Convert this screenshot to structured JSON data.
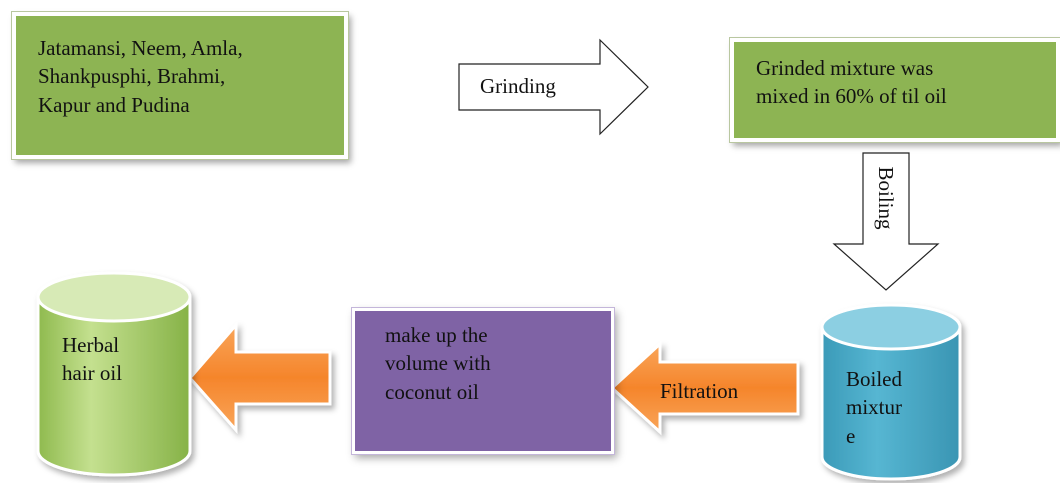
{
  "nodes": {
    "ingredients": [
      "Jatamansi, Neem, Amla,",
      "Shankpusphi, Brahmi,",
      "Kapur and Pudina"
    ],
    "grinded": [
      "Grinded mixture was",
      "mixed in 60% of til oil"
    ],
    "boiled": [
      "Boiled",
      "mixtur",
      "e"
    ],
    "makeup": [
      "make up the",
      "volume with",
      "coconut oil"
    ],
    "herbal": [
      "Herbal",
      "hair oil"
    ]
  },
  "arrows": {
    "grinding": "Grinding",
    "boiling": "Boiling",
    "filtration": "Filtration"
  },
  "colors": {
    "green_box": "#8db453",
    "purple_box": "#7f63a5",
    "teal_cylinder": "#4fb0cc",
    "green_cylinder": "#a9cc6a",
    "orange_arrow": "#f7953c"
  }
}
